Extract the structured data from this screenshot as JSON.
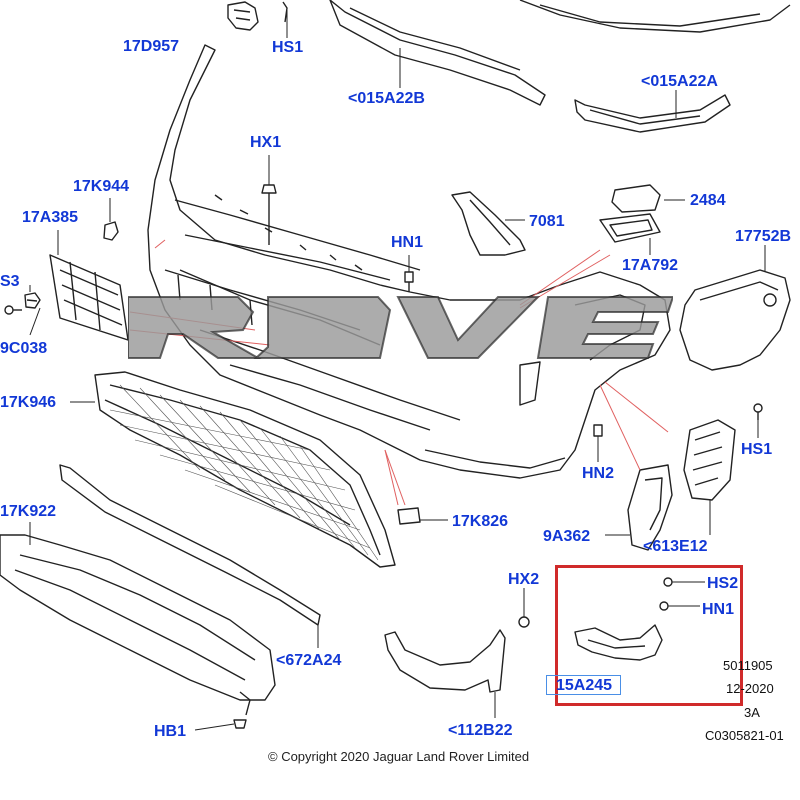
{
  "colors": {
    "callout": "#1238d6",
    "highlight": "#d02a2a",
    "leader": "#e06060",
    "part_line": "#222222",
    "watermark": "#9a9a9a"
  },
  "callouts": [
    {
      "id": "17D957",
      "label": "17D957"
    },
    {
      "id": "HS1_top",
      "label": "HS1"
    },
    {
      "id": "015A22B",
      "label": "<015A22B"
    },
    {
      "id": "015A22A",
      "label": "<015A22A"
    },
    {
      "id": "HX1",
      "label": "HX1"
    },
    {
      "id": "17K944",
      "label": "17K944"
    },
    {
      "id": "17A385",
      "label": "17A385"
    },
    {
      "id": "S3",
      "label": "S3"
    },
    {
      "id": "9C038",
      "label": "9C038"
    },
    {
      "id": "2484",
      "label": "2484"
    },
    {
      "id": "7081",
      "label": "7081"
    },
    {
      "id": "HN1_mid",
      "label": "HN1"
    },
    {
      "id": "17A792",
      "label": "17A792"
    },
    {
      "id": "17752B",
      "label": "17752B"
    },
    {
      "id": "17K946",
      "label": "17K946"
    },
    {
      "id": "HS1_right",
      "label": "HS1"
    },
    {
      "id": "HN2",
      "label": "HN2"
    },
    {
      "id": "17K826",
      "label": "17K826"
    },
    {
      "id": "9A362",
      "label": "9A362"
    },
    {
      "id": "613E12",
      "label": "<613E12"
    },
    {
      "id": "17K922",
      "label": "17K922"
    },
    {
      "id": "HX2",
      "label": "HX2"
    },
    {
      "id": "HS2",
      "label": "HS2"
    },
    {
      "id": "HN1_box",
      "label": "HN1"
    },
    {
      "id": "672A24",
      "label": "<672A24"
    },
    {
      "id": "15A245",
      "label": "15A245"
    },
    {
      "id": "112B22",
      "label": "<112B22"
    },
    {
      "id": "HB1",
      "label": "HB1"
    }
  ],
  "meta": {
    "ref1": "5011905",
    "ref2": "12-2020",
    "ref3": "3A",
    "ref4": "C0305821-01"
  },
  "copyright": "© Copyright  2020  Jaguar Land Rover Limited"
}
